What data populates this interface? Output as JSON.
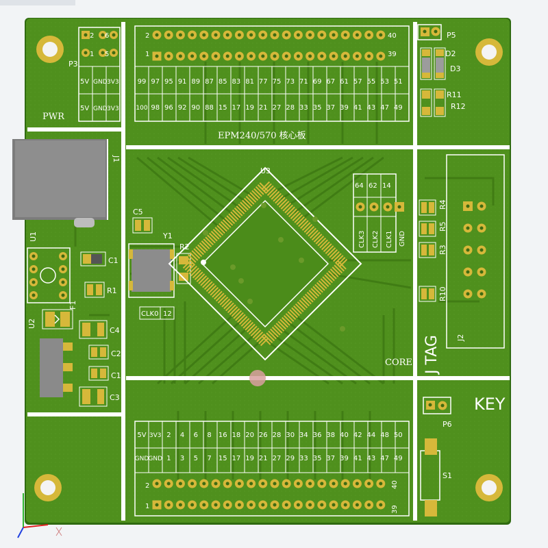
{
  "board": {
    "colors": {
      "board": "#4e8f1c",
      "board_light": "#5c9e26",
      "trace": "#3f7a14",
      "pad": "#d6b83a",
      "hole": "#6b9a2a",
      "silk": "#ffffff",
      "component": "#8a8a8a",
      "background": "#f2f4f6"
    },
    "labels": {
      "pwr": "PWR",
      "title": "EPM240/570 核心板",
      "core": "CORE",
      "jtag": "J TAG",
      "key": "KEY",
      "clk0": "CLK0",
      "clk0_num": "12"
    },
    "designators": {
      "p3": "P3",
      "p5": "P5",
      "d2": "D2",
      "d3": "D3",
      "r11": "R11",
      "r12": "R12",
      "j1": "J1",
      "u1": "U1",
      "u2": "U2",
      "u3": "U3",
      "c1a": "C1",
      "r1": "R1",
      "f1": "F1",
      "c4": "C4",
      "c2": "C2",
      "c1b": "C1",
      "c3": "C3",
      "c5": "C5",
      "y1": "Y1",
      "r2": "R2",
      "r4": "R4",
      "r5": "R5",
      "r3": "R3",
      "r10": "R10",
      "j2": "J2",
      "p6": "P6",
      "s1": "S1"
    },
    "p3_table": {
      "row1": [
        "5V",
        "GND",
        "3V3"
      ],
      "row2": [
        "5V",
        "GND",
        "3V3"
      ],
      "pin_nums": [
        "2",
        "6",
        "1",
        "5"
      ]
    },
    "top_header": {
      "corner_pins": [
        "2",
        "1",
        "40",
        "39"
      ],
      "row1": [
        "99",
        "97",
        "95",
        "91",
        "89",
        "87",
        "85",
        "83",
        "81",
        "77",
        "75",
        "73",
        "71",
        "69",
        "67",
        "61",
        "57",
        "55",
        "53",
        "51"
      ],
      "row2": [
        "100",
        "98",
        "96",
        "92",
        "90",
        "88",
        "15",
        "17",
        "19",
        "21",
        "27",
        "28",
        "33",
        "35",
        "37",
        "39",
        "41",
        "43",
        "47",
        "49"
      ]
    },
    "clk_header": {
      "nums": [
        "64",
        "62",
        "14"
      ],
      "labels": [
        "CLK3",
        "CLK2",
        "CLK1",
        "GND"
      ]
    },
    "bottom_header": {
      "corner_pins": [
        "2",
        "1",
        "40",
        "39"
      ],
      "row1": [
        "5V",
        "3V3",
        "2",
        "4",
        "6",
        "8",
        "16",
        "18",
        "20",
        "26",
        "28",
        "30",
        "34",
        "36",
        "38",
        "40",
        "42",
        "44",
        "48",
        "50"
      ],
      "row2": [
        "GND",
        "GND",
        "1",
        "3",
        "5",
        "7",
        "15",
        "17",
        "19",
        "21",
        "27",
        "29",
        "33",
        "35",
        "37",
        "39",
        "41",
        "43",
        "47",
        "49"
      ]
    }
  }
}
